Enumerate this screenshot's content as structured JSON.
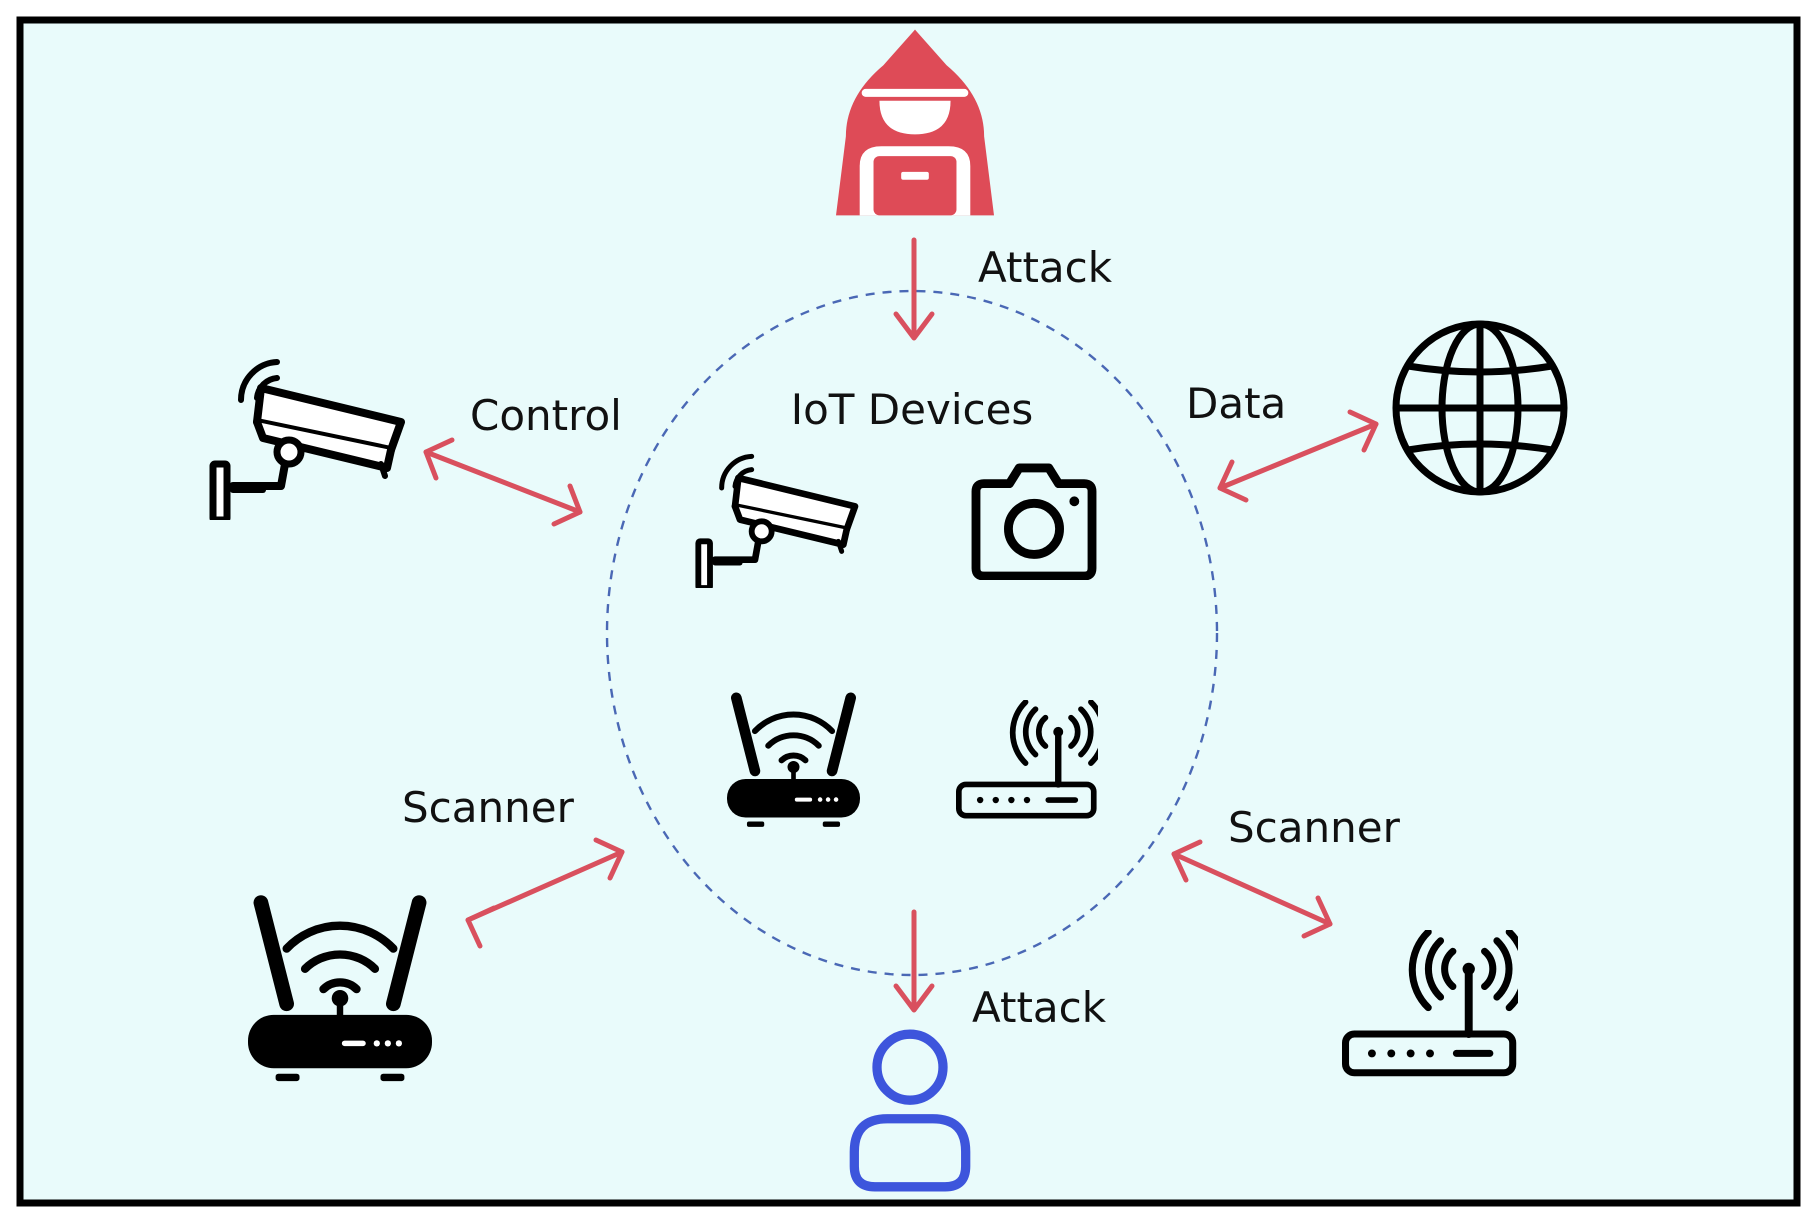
{
  "colors": {
    "background": "#e9fbfb",
    "frame": "#000000",
    "arrow": "#d9505e",
    "attacker": "#de4b57",
    "victim": "#3d55dc",
    "circle": "#4a68b5",
    "icon": "#000000"
  },
  "center": {
    "title": "IoT Devices",
    "icons": [
      "cctv-camera-icon",
      "photo-camera-icon",
      "wifi-router-icon",
      "modem-router-icon"
    ]
  },
  "labels": {
    "attack_top": "Attack",
    "attack_bottom": "Attack",
    "control": "Control",
    "data": "Data",
    "scanner_left": "Scanner",
    "scanner_right": "Scanner"
  },
  "nodes": {
    "top": "hacker-icon",
    "bottom": "user-icon",
    "top_left": "cctv-camera-icon",
    "top_right": "globe-icon",
    "bottom_left": "wifi-router-icon",
    "bottom_right": "modem-router-icon"
  }
}
